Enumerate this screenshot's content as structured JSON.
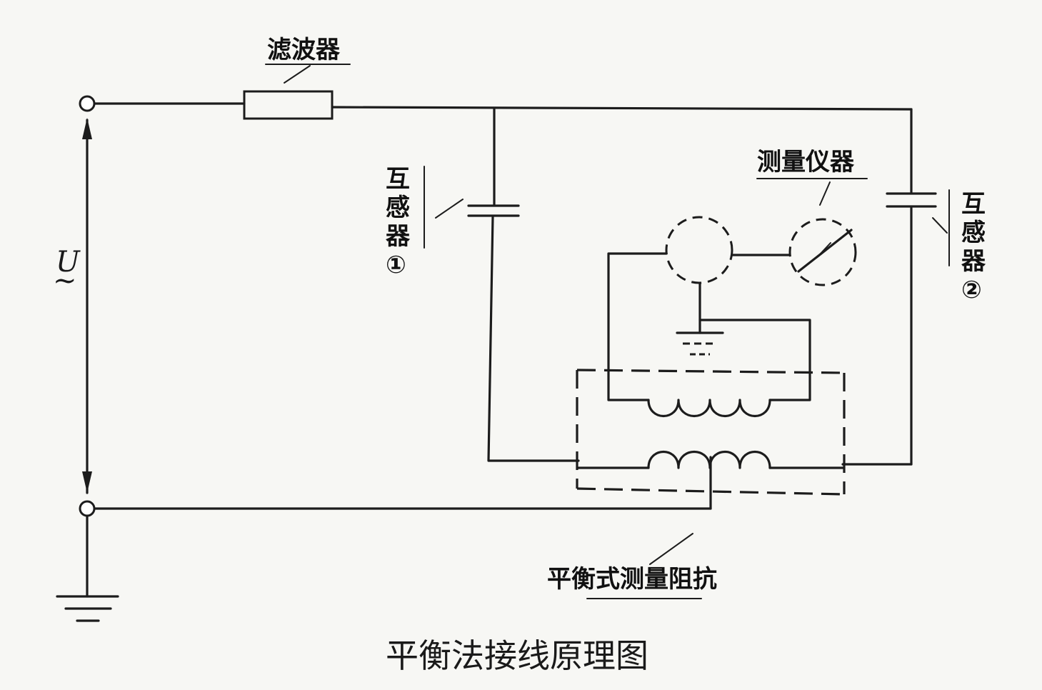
{
  "labels": {
    "filter": "滤波器",
    "meter": "测量仪器",
    "transducer1": [
      "互",
      "感",
      "器",
      "①"
    ],
    "transducer2": [
      "互",
      "感",
      "器",
      "②"
    ],
    "impedance": "平衡式测量阻抗",
    "voltage_symbol": "U",
    "voltage_tilde": "~"
  },
  "caption": "平衡法接线原理图"
}
